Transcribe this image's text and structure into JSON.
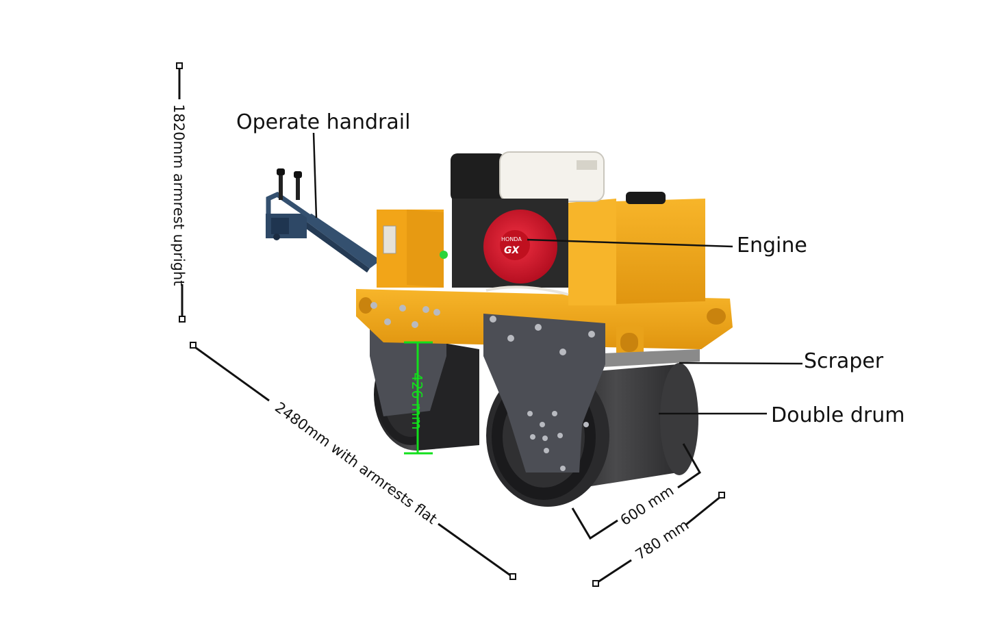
{
  "callouts": {
    "handrail": "Operate handrail",
    "engine": "Engine",
    "scraper": "Scraper",
    "drum": "Double drum"
  },
  "dimensions": {
    "height": "1820mm armrest upright",
    "length": "2480mm with armrests flat",
    "drum_diameter": "426 mm",
    "drum_width": "600 mm",
    "overall_width": "780 mm"
  },
  "engine_badge": {
    "brand": "HONDA",
    "model": "GX"
  },
  "colors": {
    "body": "#f2a518",
    "body_shadow": "#c9830e",
    "plate": "#4c4e55",
    "drum": "#2a2a2c",
    "handle": "#34506f",
    "engine_red": "#d8142a",
    "tank": "#f4f2ec",
    "green_marker": "#12e01c"
  }
}
